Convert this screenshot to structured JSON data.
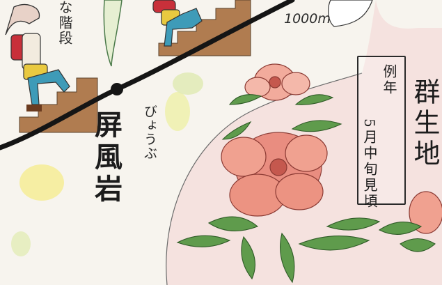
{
  "labels": {
    "stairs": "な階段",
    "altitude": "1000m",
    "reading": "びょうぶ",
    "name": "屏風岩",
    "colony": "群生地",
    "note_line1": "例年",
    "note_line2": "5月中旬見頃"
  },
  "icons": [
    "hiker-icon",
    "hiker-icon",
    "stairs-icon",
    "flower-icon",
    "leaf-icon"
  ],
  "colors": {
    "paper": "#f7f4ee",
    "trail_line": "#151515",
    "stairs": "#a46a3c",
    "flower_pink": "#e9897b",
    "flower_dark": "#c5584e",
    "leaf_green": "#5f9b4c",
    "bubble_pink": "#f4dcda",
    "hiker_red": "#c8303a",
    "hiker_yellow": "#e9c940",
    "hiker_blue": "#3e9bb8"
  }
}
